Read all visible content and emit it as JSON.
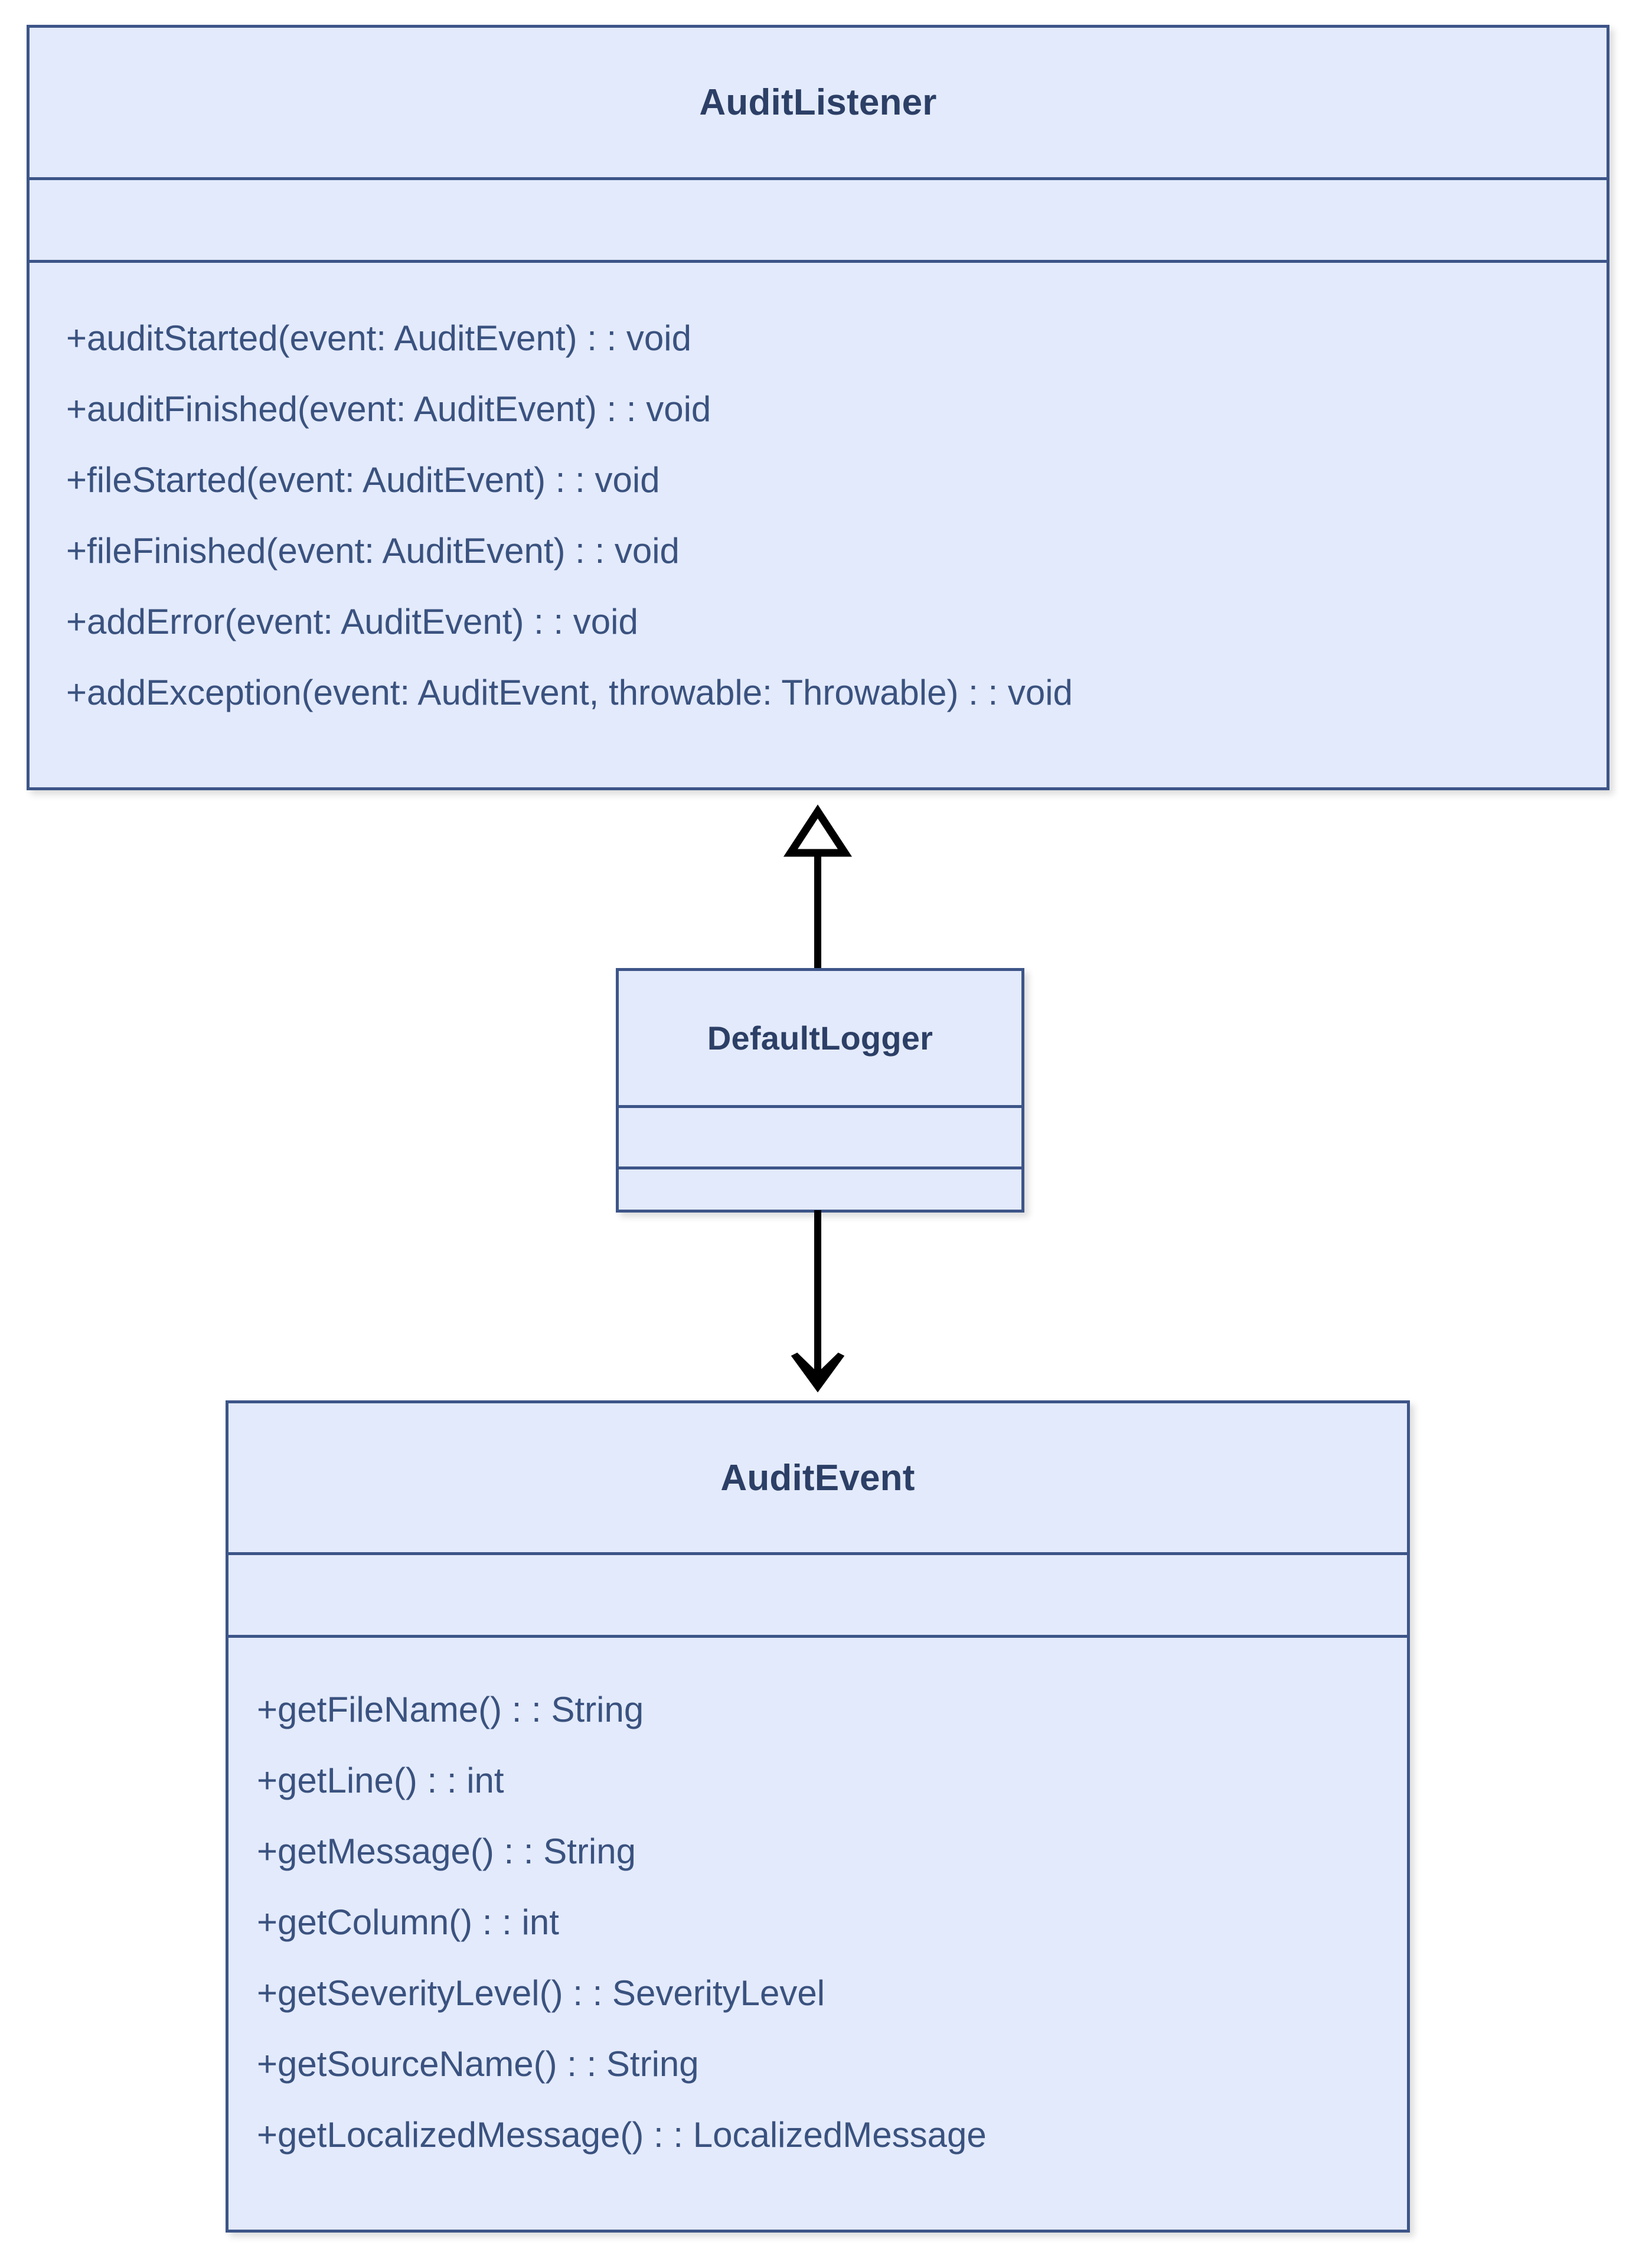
{
  "diagram": {
    "type": "uml-class-diagram",
    "colors": {
      "class_fill": "#e3eafb",
      "class_border": "#3d5588",
      "title_text": "#2c3f66",
      "member_text": "#3a527f",
      "connector": "#000000",
      "background": "#ffffff"
    },
    "classes": [
      {
        "id": "audit-listener",
        "name": "AuditListener",
        "attributes": [],
        "operations": [
          "+auditStarted(event: AuditEvent) : : void",
          "+auditFinished(event: AuditEvent) : : void",
          "+fileStarted(event: AuditEvent) : : void",
          "+fileFinished(event: AuditEvent) : : void",
          "+addError(event: AuditEvent) : : void",
          "+addException(event: AuditEvent, throwable: Throwable) : : void"
        ]
      },
      {
        "id": "default-logger",
        "name": "DefaultLogger",
        "attributes": [],
        "operations": []
      },
      {
        "id": "audit-event",
        "name": "AuditEvent",
        "attributes": [],
        "operations": [
          "+getFileName() : : String",
          "+getLine() : : int",
          "+getMessage() : : String",
          "+getColumn() : : int",
          "+getSeverityLevel() : : SeverityLevel",
          "+getSourceName() : : String",
          "+getLocalizedMessage() : : LocalizedMessage"
        ]
      }
    ],
    "connectors": [
      {
        "id": "generalization",
        "kind": "generalization",
        "arrowhead": "hollow-triangle",
        "from": "DefaultLogger",
        "to": "AuditListener",
        "direction": "up"
      },
      {
        "id": "dependency",
        "kind": "association",
        "arrowhead": "solid-open-arrow",
        "from": "DefaultLogger",
        "to": "AuditEvent",
        "direction": "down"
      }
    ]
  }
}
